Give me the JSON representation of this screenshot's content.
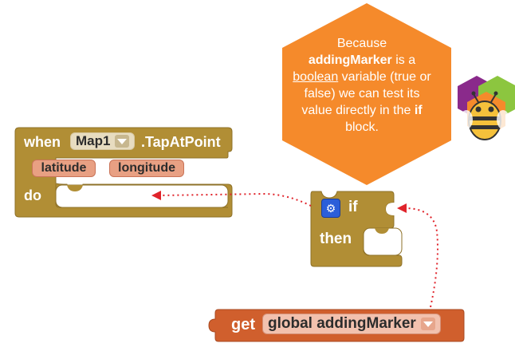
{
  "event_block": {
    "when_label": "when",
    "component": "Map1",
    "event": ".TapAtPoint",
    "params": [
      "latitude",
      "longitude"
    ],
    "do_label": "do",
    "color": "#b18e35"
  },
  "if_block": {
    "if_label": "if",
    "then_label": "then",
    "color": "#b18e35",
    "mutator_icon": "gear-icon"
  },
  "get_block": {
    "get_label": "get",
    "variable": "global addingMarker",
    "color": "#d05f2d"
  },
  "callout": {
    "line1": "Because",
    "bold_term": "addingMarker",
    "after_term": " is a",
    "underlined": "boolean",
    "middle": " variable (true or false) we can test its value directly in the ",
    "bold_if": "if",
    "end": " block.",
    "color": "#f58a2b"
  },
  "logo": {
    "icon": "app-inventor-bee-icon",
    "colors": [
      "#8a2a8b",
      "#8cc63f",
      "#f58a2b"
    ]
  },
  "arrow_color": "#e0242b"
}
